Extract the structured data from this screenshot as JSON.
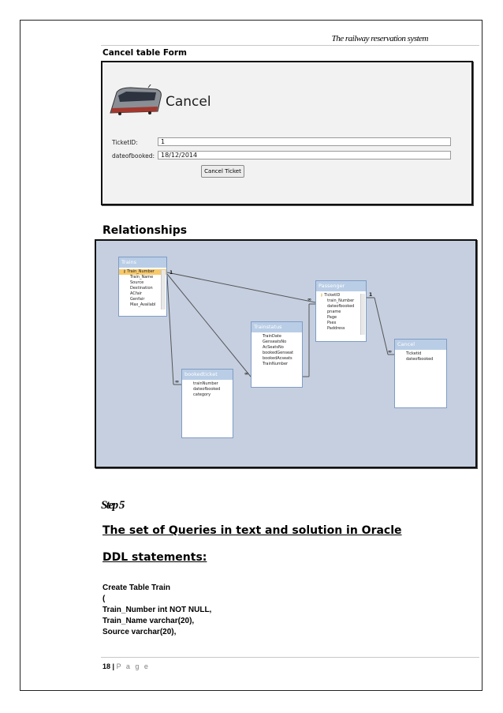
{
  "header": {
    "running_title": "The railway reservation system"
  },
  "cancel_form": {
    "heading": "Cancel table Form",
    "form_title": "Cancel",
    "fields": [
      {
        "label": "TicketID:",
        "value": "1"
      },
      {
        "label": "dateofbooked:",
        "value": "18/12/2014"
      }
    ],
    "button_label": "Cancel Ticket"
  },
  "relationships": {
    "heading": "Relationships",
    "tables": [
      {
        "name": "Trains",
        "fields": [
          "Train_Number",
          "Train_Name",
          "Source",
          "Destination",
          "ACfair",
          "Genfair",
          "Max_Availabl"
        ]
      },
      {
        "name": "Passenger",
        "fields": [
          "TicketID",
          "train_Number",
          "dateofbooked",
          "pname",
          "Page",
          "Psex",
          "Paddress"
        ]
      },
      {
        "name": "Trainstatus",
        "fields": [
          "TrainDate",
          "GenseatsNo",
          "AcSeatsNo",
          "bookedGenseat",
          "bookedAcseats",
          "TrainNumber"
        ]
      },
      {
        "name": "bookedticket",
        "fields": [
          "trainNumber",
          "dateofbooked",
          "category"
        ]
      },
      {
        "name": "Cancel",
        "fields": [
          "Ticketid",
          "dateofbooked"
        ]
      }
    ]
  },
  "step_label": "Step 5",
  "queries_heading": "The set of Queries in text and solution in Oracle",
  "ddl_heading": "DDL statements:",
  "code_lines": [
    "Create Table Train",
    "(",
    "Train_Number int NOT NULL,",
    "Train_Name varchar(20),",
    "Source varchar(20),"
  ],
  "footer": {
    "page_number": "18",
    "separator": "|",
    "page_word": "P a g e"
  }
}
